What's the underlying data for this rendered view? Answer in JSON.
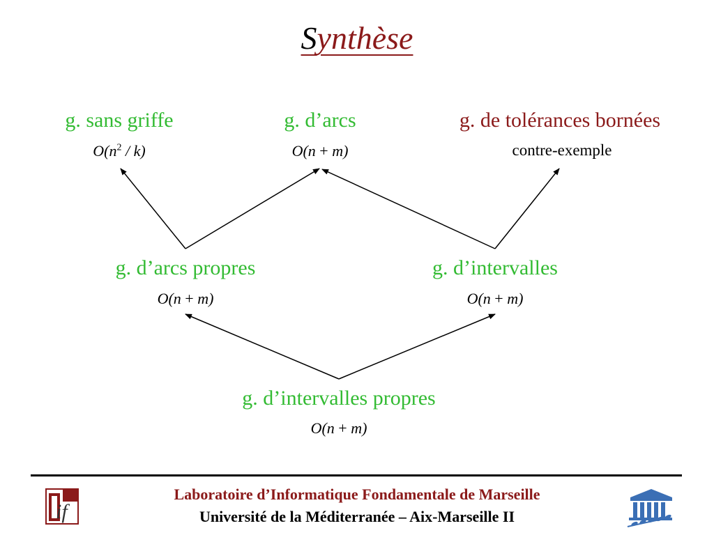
{
  "slide": {
    "title_first": "S",
    "title_rest": "ynthèse"
  },
  "nodes": [
    {
      "id": "claw-free",
      "label": "g. sans griffe",
      "sub_pre": "O(n",
      "sub_sup": "2",
      "sub_post": " / k)"
    },
    {
      "id": "arc",
      "label": "g. d’arcs",
      "sub_pre": "O(n ",
      "sub_op": "+",
      "sub_post": " m)"
    },
    {
      "id": "bounded-tolerance",
      "label": "g. de tolérances bornées",
      "sub_plain": "contre-exemple"
    },
    {
      "id": "proper-arc",
      "label": "g. d’arcs propres",
      "sub_pre": "O(n ",
      "sub_op": "+",
      "sub_post": " m)"
    },
    {
      "id": "interval",
      "label": "g. d’intervalles",
      "sub_pre": "O(n ",
      "sub_op": "+",
      "sub_post": " m)"
    },
    {
      "id": "proper-interval",
      "label": "g. d’intervalles propres",
      "sub_pre": "O(n ",
      "sub_op": "+",
      "sub_post": " m)"
    }
  ],
  "edges": [
    {
      "from": "proper-arc",
      "to": "claw-free"
    },
    {
      "from": "proper-arc",
      "to": "arc"
    },
    {
      "from": "interval",
      "to": "arc"
    },
    {
      "from": "interval",
      "to": "bounded-tolerance"
    },
    {
      "from": "proper-interval",
      "to": "proper-arc"
    },
    {
      "from": "proper-interval",
      "to": "interval"
    }
  ],
  "footer": {
    "lab": "Laboratoire d’Informatique Fondamentale de Marseille",
    "university": "Université de la Méditerranée – Aix-Marseille II",
    "lab_logo_text": "if"
  },
  "colors": {
    "green": "#33bb33",
    "dark_red": "#8b1a1a",
    "black": "#000000",
    "logo_blue": "#3b6fb5"
  }
}
